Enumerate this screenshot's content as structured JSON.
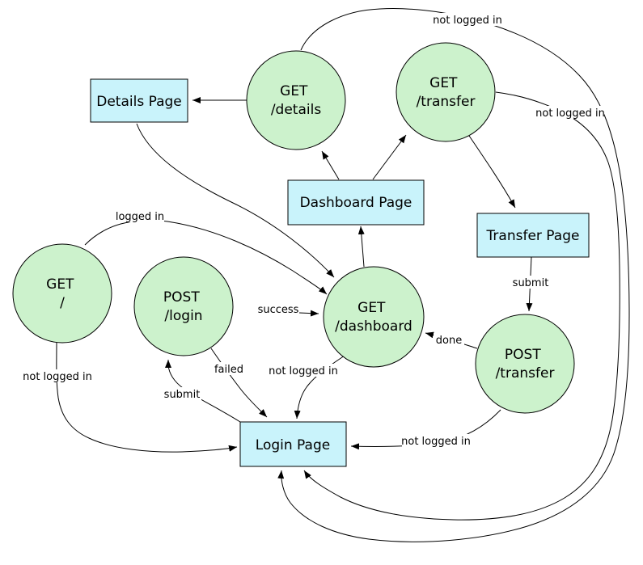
{
  "diagram": {
    "type": "state-flow-diagram",
    "background": "#ffffff",
    "colors": {
      "state_fill": "#ccf2cc",
      "page_fill": "#c9f3fb",
      "stroke": "#000000",
      "text": "#000000"
    },
    "nodes": {
      "get_root": {
        "line1": "GET",
        "line2": "/"
      },
      "post_login": {
        "line1": "POST",
        "line2": "/login"
      },
      "get_dashboard": {
        "line1": "GET",
        "line2": "/dashboard"
      },
      "get_details": {
        "line1": "GET",
        "line2": "/details"
      },
      "get_transfer": {
        "line1": "GET",
        "line2": "/transfer"
      },
      "post_transfer": {
        "line1": "POST",
        "line2": "/transfer"
      },
      "details_page": {
        "label": "Details Page"
      },
      "dashboard_page": {
        "label": "Dashboard Page"
      },
      "transfer_page": {
        "label": "Transfer Page"
      },
      "login_page": {
        "label": "Login Page"
      }
    },
    "edge_labels": {
      "not_logged_in_details_loop": "not logged in",
      "not_logged_in_transfer_loop": "not logged in",
      "logged_in": "logged in",
      "not_logged_in_root": "not logged in",
      "success": "success",
      "failed": "failed",
      "submit_login": "submit",
      "not_logged_in_dashboard": "not logged in",
      "done": "done",
      "submit_transfer": "submit",
      "not_logged_in_post_transfer": "not logged in"
    }
  }
}
